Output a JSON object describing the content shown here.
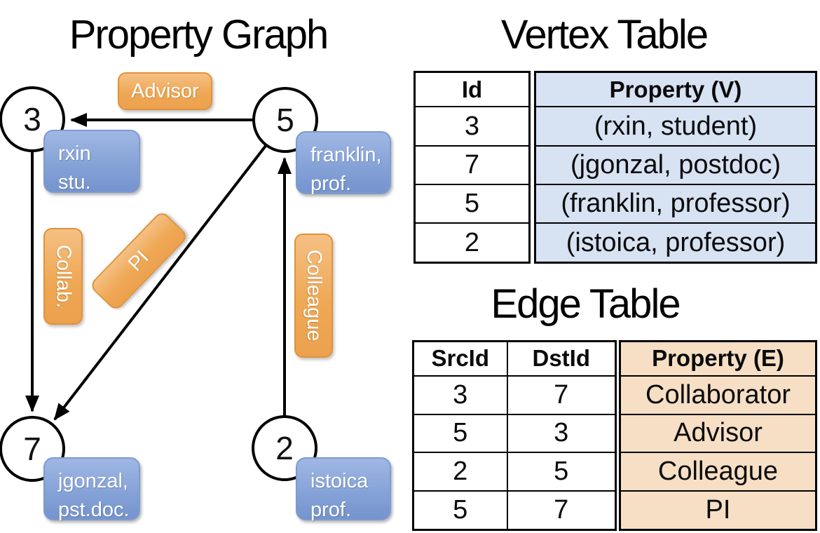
{
  "graph": {
    "title": "Property Graph",
    "vertices": [
      {
        "id": "3",
        "line1": "rxin",
        "line2": "stu."
      },
      {
        "id": "5",
        "line1": "franklin,",
        "line2": "prof."
      },
      {
        "id": "7",
        "line1": "jgonzal,",
        "line2": "pst.doc."
      },
      {
        "id": "2",
        "line1": "istoica",
        "line2": "prof."
      }
    ],
    "edges": [
      {
        "label": "Advisor",
        "src": "5",
        "dst": "3"
      },
      {
        "label": "Collab.",
        "src": "3",
        "dst": "7"
      },
      {
        "label": "PI",
        "src": "5",
        "dst": "7"
      },
      {
        "label": "Colleague",
        "src": "2",
        "dst": "5"
      }
    ]
  },
  "vertex_table": {
    "title": "Vertex Table",
    "headers": [
      "Id",
      "Property (V)"
    ],
    "rows": [
      [
        "3",
        "(rxin, student)"
      ],
      [
        "7",
        "(jgonzal, postdoc)"
      ],
      [
        "5",
        "(franklin, professor)"
      ],
      [
        "2",
        "(istoica, professor)"
      ]
    ]
  },
  "edge_table": {
    "title": "Edge Table",
    "headers": [
      "SrcId",
      "DstId",
      "Property (E)"
    ],
    "rows": [
      [
        "3",
        "7",
        "Collaborator"
      ],
      [
        "5",
        "3",
        "Advisor"
      ],
      [
        "2",
        "5",
        "Colleague"
      ],
      [
        "5",
        "7",
        "PI"
      ]
    ]
  },
  "colors": {
    "edge_label_orange": "#EFA855",
    "vertex_label_blue": "#86A3D8",
    "vertex_table_fill": "#D7E2F2",
    "edge_table_fill": "#F6DFC5",
    "line_black": "#000000"
  }
}
